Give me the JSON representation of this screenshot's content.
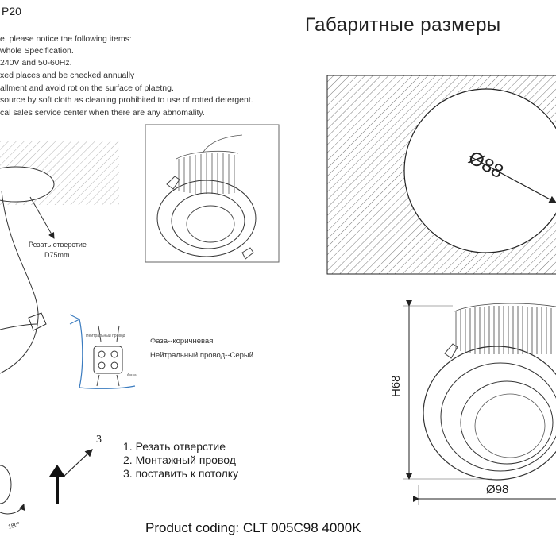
{
  "header": {
    "code_fragment": "P20",
    "title": "Габаритные размеры"
  },
  "notes": [
    "e, please notice the following items:",
    "whole Specification.",
    "240V and 50-60Hz.",
    "xed places and be checked annually",
    "allment and avoid rot on the surface of plaetng.",
    "source by soft cloth as cleaning prohibited to use of rotted detergent.",
    "cal sales service center when there are any abnomality."
  ],
  "install": {
    "hole_label_line1": "Резать отверстие",
    "hole_label_line2": "D75mm",
    "wiring_box_label1": "Нейтральный провод",
    "wiring_box_label2": "Фаза",
    "phase_label": "Фаза--коричневая",
    "neutral_label": "Нейтральный провод--Серый",
    "step_number": "3",
    "rotation_label": "180°"
  },
  "steps": [
    "1.  Резать отверстие",
    "2.  Монтажный провод",
    "3.  поставить к потолку"
  ],
  "dimensions": {
    "cutout_diameter": "Ø88",
    "height": "H68",
    "outer_diameter": "Ø98"
  },
  "footer": {
    "product_coding": "Product coding: CLT 005C98 4000K"
  }
}
